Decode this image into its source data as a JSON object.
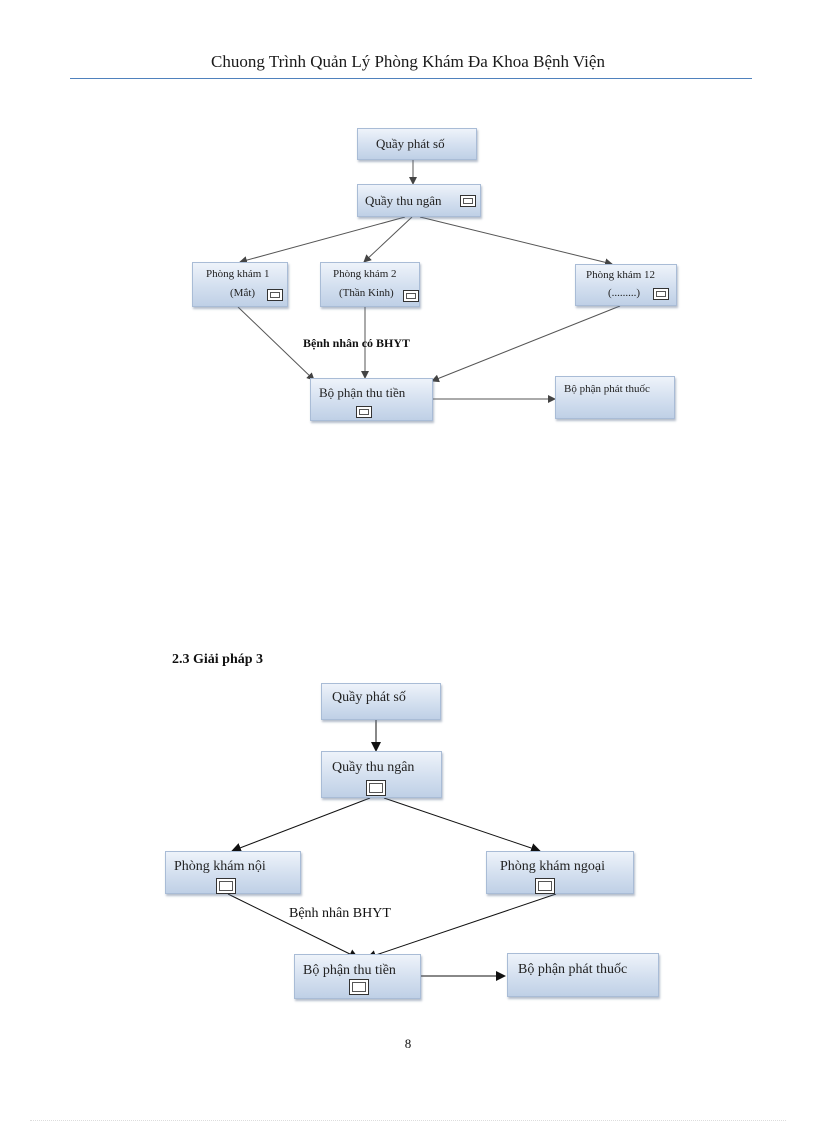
{
  "header": {
    "title": "Chuong Trình Quản Lý Phòng Khám Đa Khoa Bệnh Viện"
  },
  "diagram1": {
    "number_counter": "Quầy phát số",
    "cashier": "Quầy thu ngân",
    "clinic1_line1": "Phòng khám 1",
    "clinic1_line2": "(Mắt)",
    "clinic2_line1": "Phòng khám 2",
    "clinic2_line2": "(Thần Kinh)",
    "clinic12_line1": "Phòng khám 12",
    "clinic12_line2": "(.........)",
    "insurance_label": "Bệnh nhân có BHYT",
    "billing": "Bộ phận thu tiền",
    "pharmacy": "Bộ phận phát thuốc"
  },
  "section": {
    "heading": "2.3 Giải pháp 3"
  },
  "diagram2": {
    "number_counter": "Quầy phát  số",
    "cashier": "Quầy thu ngân",
    "internal_clinic": "Phòng khám nội",
    "surgical_clinic": "Phòng khám ngoại",
    "insurance_label": "Bệnh nhân BHYT",
    "billing": "Bộ phận thu tiền",
    "pharmacy": "Bộ phận phát thuốc"
  },
  "footer": {
    "page_number": "8"
  },
  "colors": {
    "box_top": "#eef3fa",
    "box_bottom": "#bfd0e6",
    "rule": "#4f81bd"
  },
  "icons": {
    "workstation": "computer-icon"
  }
}
